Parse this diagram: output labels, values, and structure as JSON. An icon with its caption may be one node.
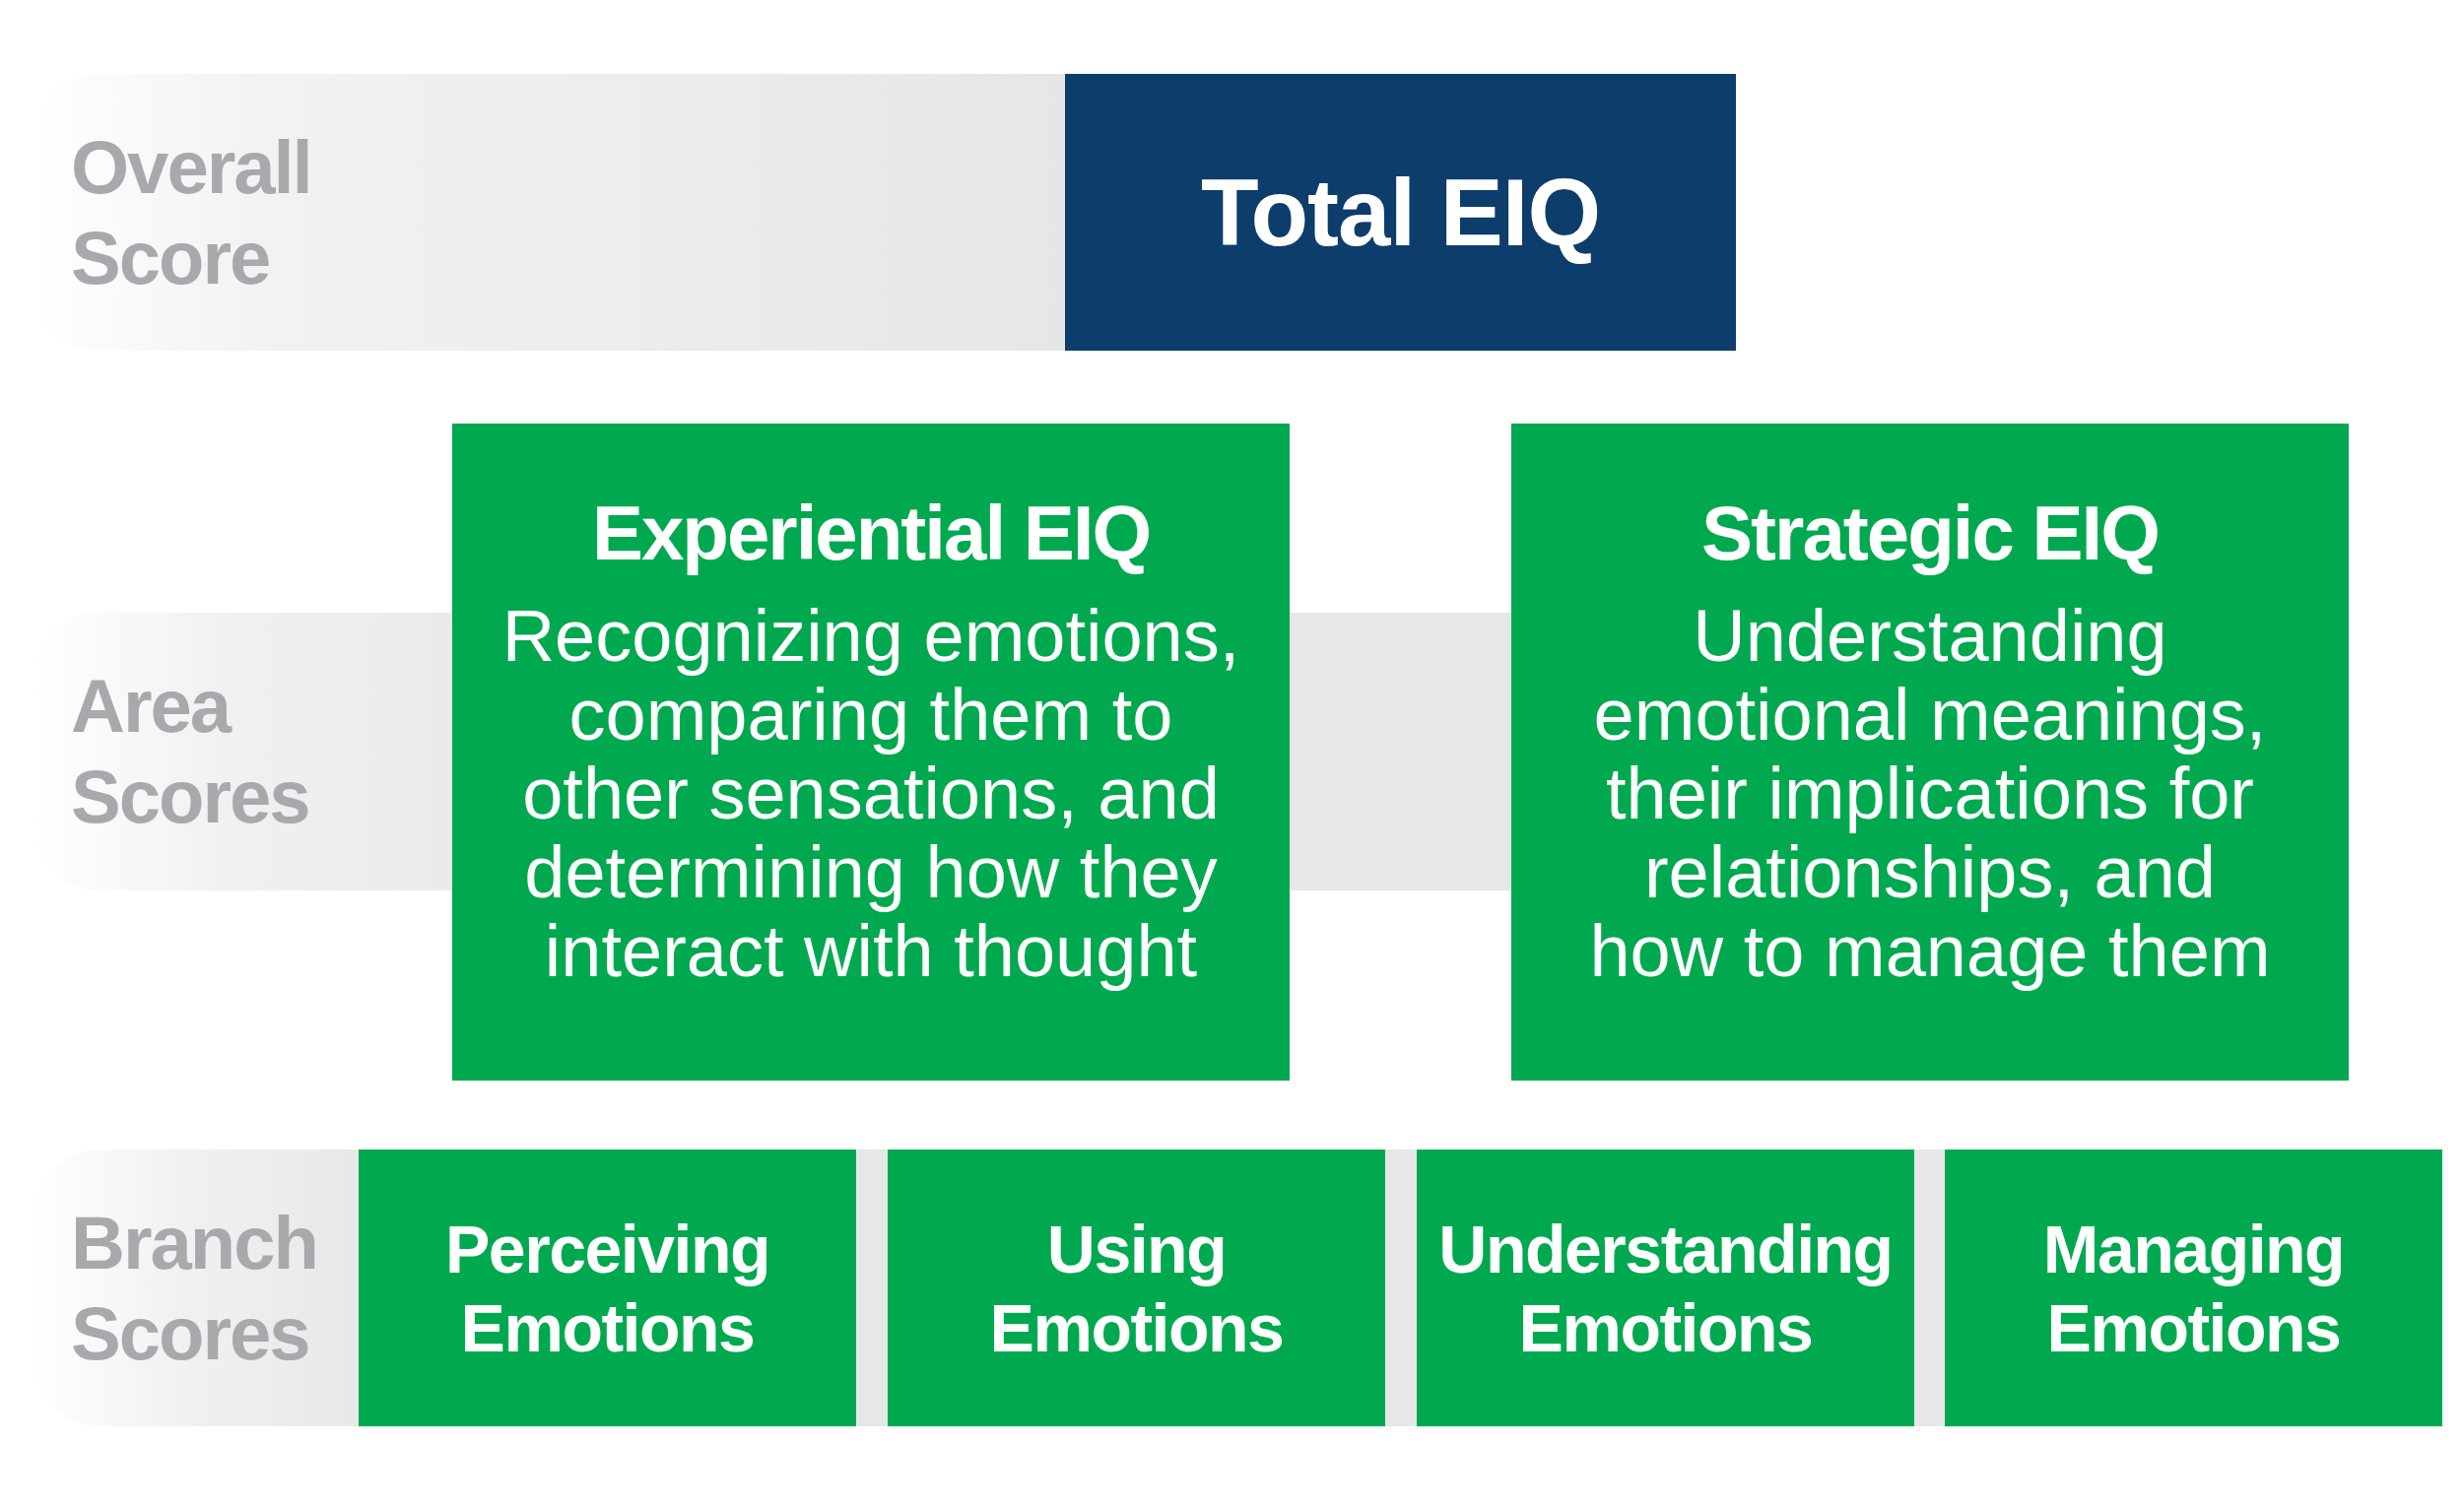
{
  "diagram": {
    "nodes": [
      {
        "text": [
          "Overall Score"
        ]
      },
      {
        "text": [
          "Total EIQ"
        ]
      },
      {
        "text": [
          "Area Scores"
        ]
      },
      {
        "text": [
          "Experiential EIQ",
          "Recognizing emotions, comparing them to other sensations, and determining how they interact with thought"
        ]
      },
      {
        "text": [
          "Strategic EIQ",
          "Understanding emotional meanings, their implications for relationships, and how to manage them"
        ]
      },
      {
        "text": [
          "Branch Scores"
        ]
      },
      {
        "text": [
          "Perceiving Emotions"
        ]
      },
      {
        "text": [
          "Using Emotions"
        ]
      },
      {
        "text": [
          "Understanding Emotions"
        ]
      },
      {
        "text": [
          "Managing Emotions"
        ]
      }
    ]
  }
}
